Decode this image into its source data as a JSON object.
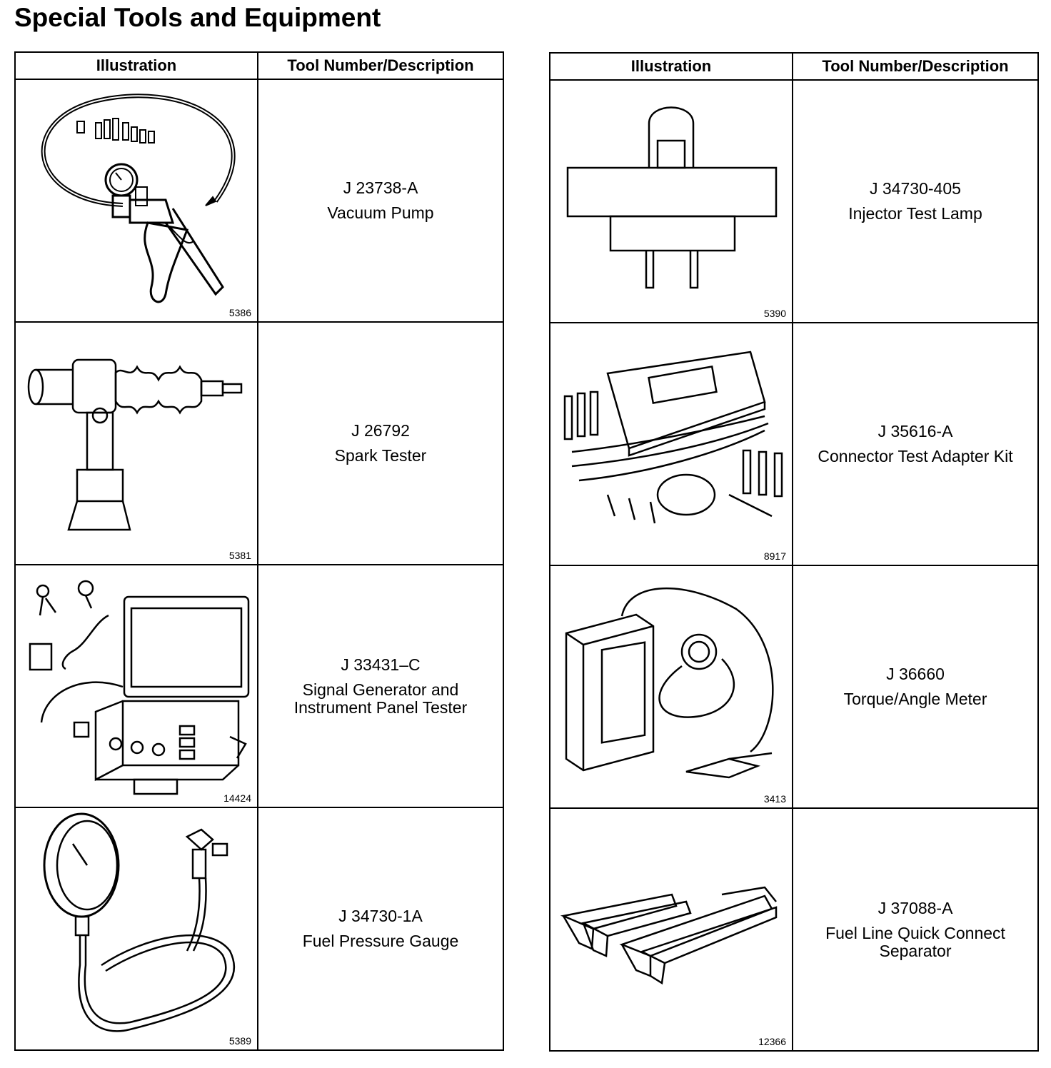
{
  "title": "Special Tools and Equipment",
  "headers": {
    "illustration": "Illustration",
    "tool": "Tool Number/Description"
  },
  "left_tools": [
    {
      "fig": "5386",
      "number": "J 23738-A",
      "description": "Vacuum Pump",
      "icon": "vacuum-pump-icon"
    },
    {
      "fig": "5381",
      "number": "J 26792",
      "description": "Spark Tester",
      "icon": "spark-tester-icon"
    },
    {
      "fig": "14424",
      "number": "J 33431–C",
      "description": "Signal Generator and\nInstrument Panel Tester",
      "icon": "signal-generator-icon"
    },
    {
      "fig": "5389",
      "number": "J 34730-1A",
      "description": "Fuel Pressure Gauge",
      "icon": "fuel-pressure-gauge-icon"
    }
  ],
  "right_tools": [
    {
      "fig": "5390",
      "number": "J 34730-405",
      "description": "Injector Test Lamp",
      "icon": "injector-test-lamp-icon"
    },
    {
      "fig": "8917",
      "number": "J 35616-A",
      "description": "Connector Test Adapter Kit",
      "icon": "connector-adapter-kit-icon"
    },
    {
      "fig": "3413",
      "number": "J 36660",
      "description": "Torque/Angle Meter",
      "icon": "torque-angle-meter-icon"
    },
    {
      "fig": "12366",
      "number": "J 37088-A",
      "description": "Fuel Line Quick Connect\nSeparator",
      "icon": "quick-connect-separator-icon"
    }
  ]
}
